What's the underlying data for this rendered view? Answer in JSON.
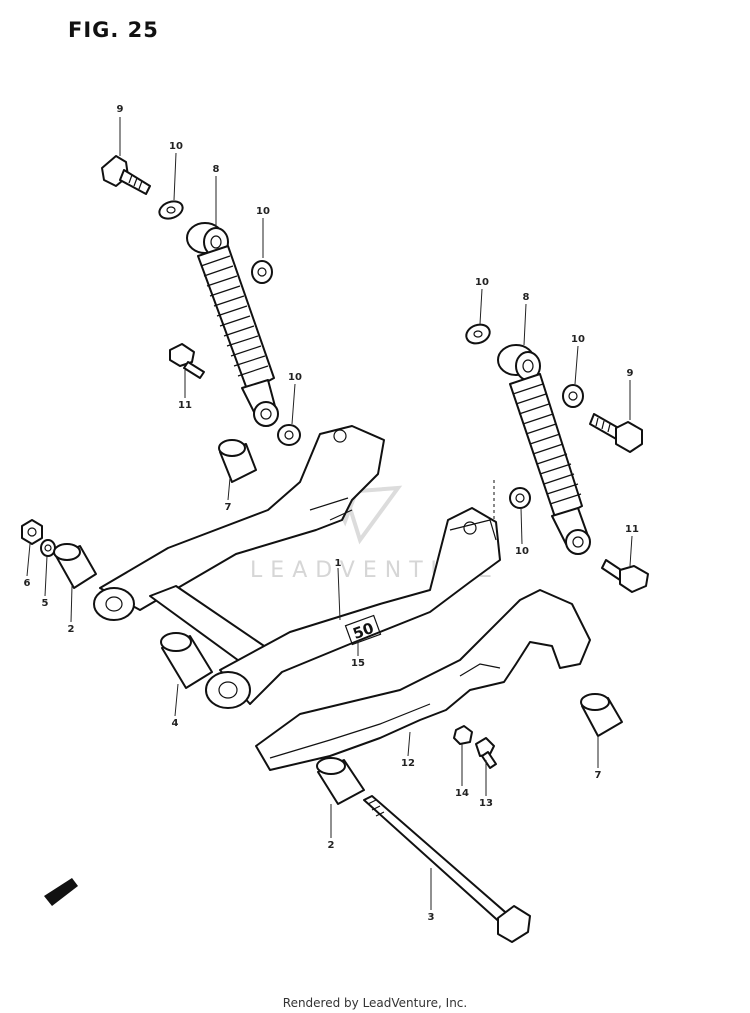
{
  "figure": {
    "title": "FIG. 25"
  },
  "watermark": {
    "text": "LEADVENTURE"
  },
  "footer": {
    "text": "Rendered by LeadVenture, Inc."
  },
  "swingarm_marking": "50",
  "callouts": [
    "9",
    "10",
    "8",
    "10",
    "11",
    "10",
    "7",
    "6",
    "5",
    "2",
    "10",
    "8",
    "10",
    "9",
    "10",
    "11",
    "1",
    "15",
    "4",
    "12",
    "14",
    "13",
    "7",
    "2",
    "3"
  ]
}
